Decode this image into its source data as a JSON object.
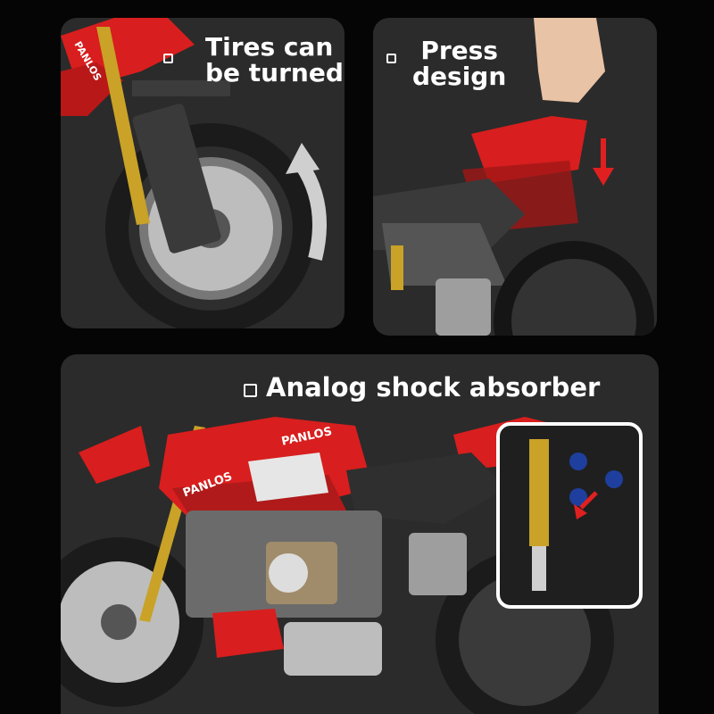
{
  "captions": {
    "tires_line1": "Tires can",
    "tires_line2": "be turned",
    "press_line1": "Press",
    "press_line2": "design",
    "shock": "Analog shock absorber"
  },
  "labels": {
    "brand": "PANLOS"
  },
  "colors": {
    "background": "#050505",
    "panel": "#2b2b2b",
    "red": "#d81e1e",
    "gold": "#c9a227",
    "wheel": "#1f1f1f",
    "accent_arrow": "#e02020"
  }
}
